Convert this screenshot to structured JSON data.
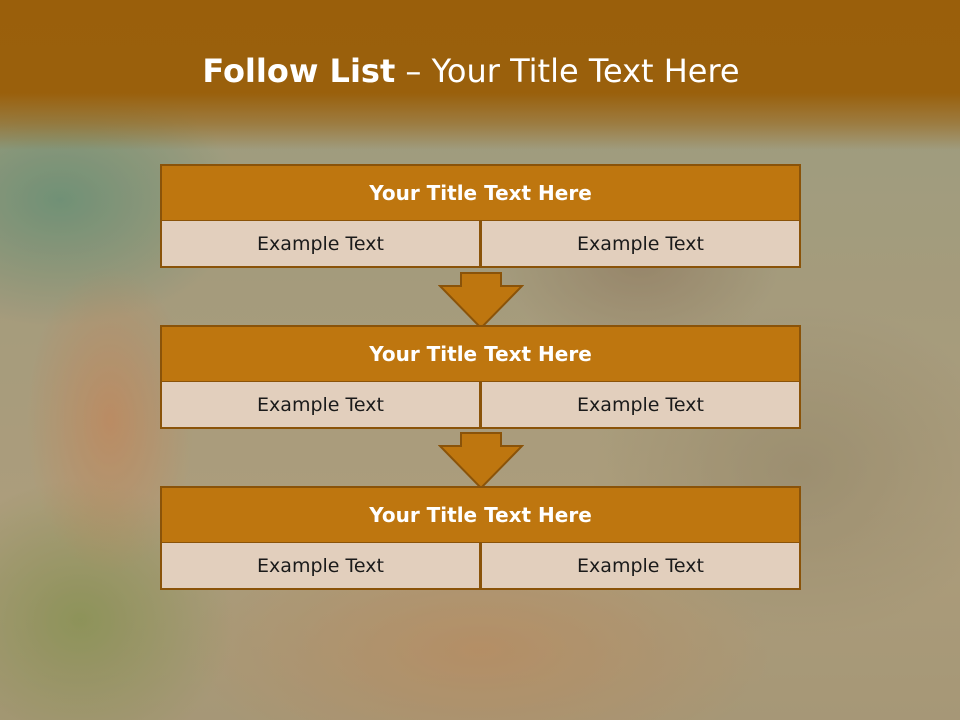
{
  "slide": {
    "title_bold": "Follow List",
    "title_rest": " – Your Title Text Here"
  },
  "blocks": [
    {
      "title": "Your Title Text Here",
      "left_text": "Example Text",
      "right_text": "Example Text"
    },
    {
      "title": "Your Title Text Here",
      "left_text": "Example Text",
      "right_text": "Example Text"
    },
    {
      "title": "Your Title Text Here",
      "left_text": "Example Text",
      "right_text": "Example Text"
    }
  ],
  "colors": {
    "header_brown": "#9a600c",
    "block_title_fill": "#be760f",
    "block_border": "#8a5309",
    "cell_fill": "#e2cfbd",
    "arrow_fill": "#be760f"
  }
}
